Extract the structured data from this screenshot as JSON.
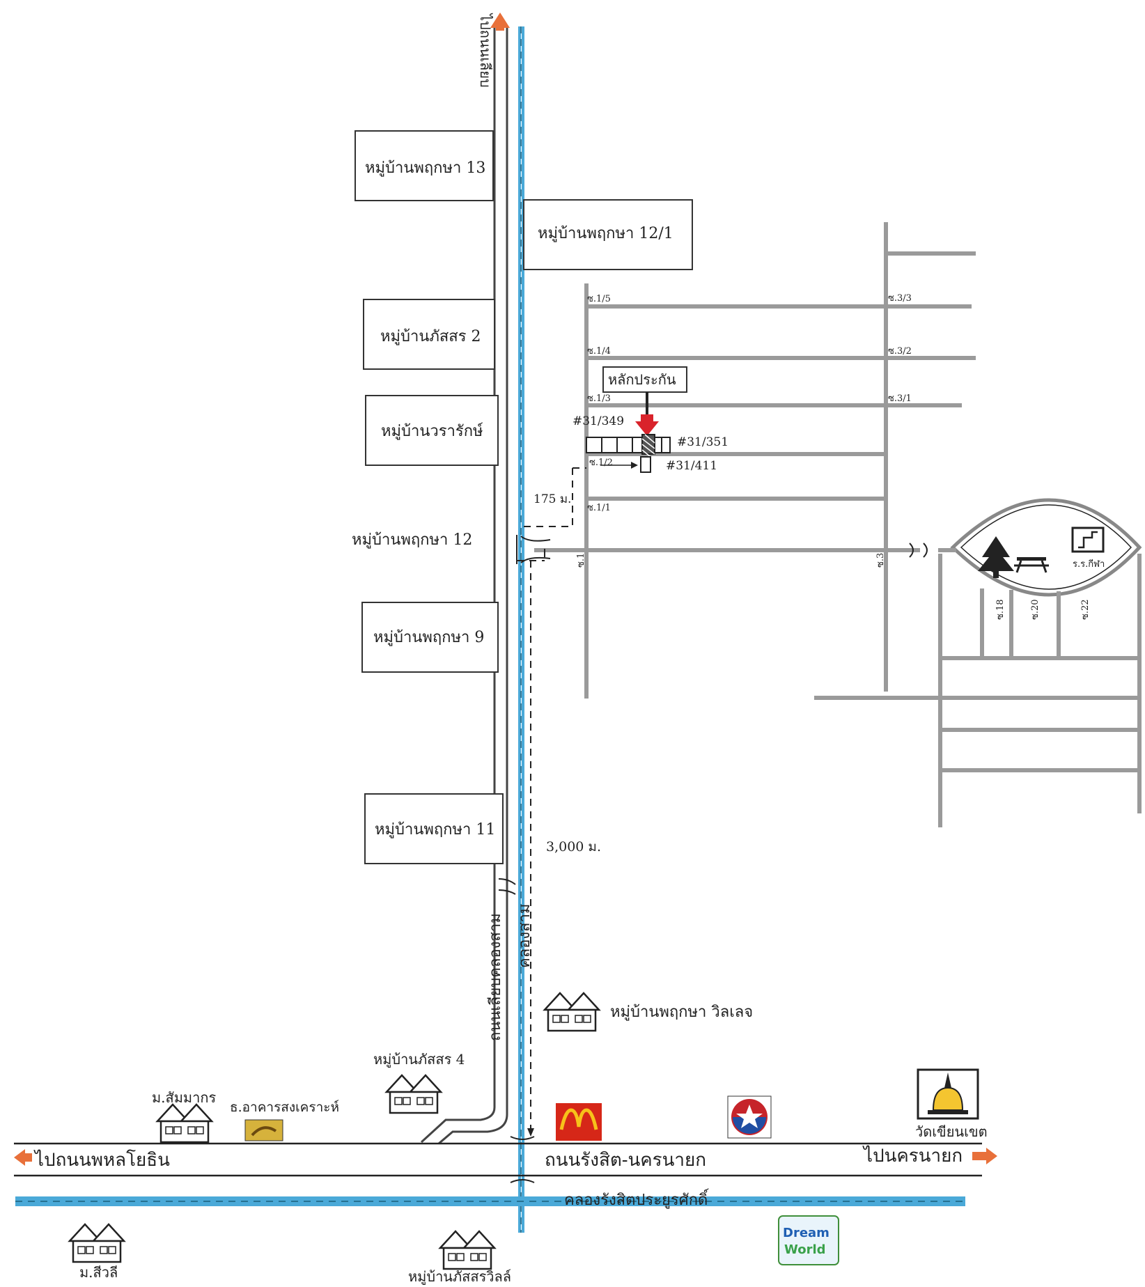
{
  "roads": {
    "top_arrow_label": "ไปถนนเลียบ",
    "main_road": "ถนนรังสิต-นครนายก",
    "to_left": "ไปถนนพหลโยธิน",
    "to_right": "ไปนครนายก",
    "canal_road": "ถนนเลียบคลองสาม",
    "canal_vertical": "คลองสาม",
    "canal_horizontal": "คลองรังสิตประยูรศักดิ์"
  },
  "villages": {
    "v13": "หมู่บ้านพฤกษา 13",
    "v12_1": "หมู่บ้านพฤกษา 12/1",
    "v_passorn2": "หมู่บ้านภัสสร 2",
    "v_warak": "หมู่บ้านวรารักษ์",
    "v12": "หมู่บ้านพฤกษา 12",
    "v9": "หมู่บ้านพฤกษา 9",
    "v11": "หมู่บ้านพฤกษา 11",
    "v_village": "หมู่บ้านพฤกษา วิลเลจ",
    "v_passorn4": "หมู่บ้านภัสสร 4",
    "v_sammakorn": "ม.สัมมากร",
    "v_siwali": "ม.สีวลี",
    "v_passorn_ville": "หมู่บ้านภัสสรวิลล์"
  },
  "landmarks": {
    "bank": "ธ.อาคารสงเคราะห์",
    "temple": "วัดเขียนเขต",
    "park_label": "ร.ร.กีฬา",
    "mcd": "McDonald's",
    "dream_world": "Dream World"
  },
  "collateral": {
    "label": "หลักประกัน",
    "lot_349": "#31/349",
    "lot_351": "#31/351",
    "lot_411": "#31/411"
  },
  "distances": {
    "d175": "175 ม.",
    "d3000": "3,000 ม."
  },
  "sois": {
    "s1_5": "ซ.1/5",
    "s1_4": "ซ.1/4",
    "s1_3": "ซ.1/3",
    "s1_2": "ซ.1/2",
    "s1_1": "ซ.1/1",
    "s1": "ซ.1",
    "s3_3": "ซ.3/3",
    "s3_2": "ซ.3/2",
    "s3_1": "ซ.3/1",
    "s3": "ซ.3",
    "s18": "ซ.18",
    "s20": "ซ.20",
    "s22": "ซ.22"
  },
  "colors": {
    "canal": "#4aa9d8",
    "arrow": "#e8703a",
    "collateral_arrow": "#d9232b",
    "soi_gray": "#9a9a9a"
  },
  "icons": [
    "house-icon",
    "tree-icon",
    "picnic-table-icon",
    "sports-school-icon",
    "temple-icon",
    "bank-logo-icon",
    "mcdonalds-logo-icon",
    "star-gas-logo-icon",
    "dream-world-logo-icon",
    "orange-arrow-icon",
    "red-down-arrow-icon"
  ]
}
